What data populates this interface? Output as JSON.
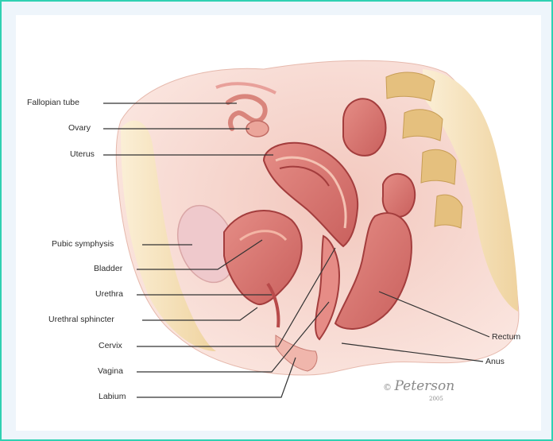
{
  "labels": {
    "fallopian_tube": "Fallopian tube",
    "ovary": "Ovary",
    "uterus": "Uterus",
    "pubic_symphysis": "Pubic symphysis",
    "bladder": "Bladder",
    "urethra": "Urethra",
    "urethral_sphincter": "Urethral sphincter",
    "cervix": "Cervix",
    "vagina": "Vagina",
    "labium": "Labium",
    "rectum": "Rectum",
    "anus": "Anus"
  },
  "signature": {
    "copyright_mark": "©",
    "name": "Peterson",
    "year": "2005"
  },
  "colors": {
    "frame_border": "#2fd1b2",
    "background": "#eef5fb",
    "tissue": "#e9a49a",
    "tissue_dark": "#b84a4a",
    "fat": "#f3ddb0",
    "leader_line": "#333333"
  }
}
